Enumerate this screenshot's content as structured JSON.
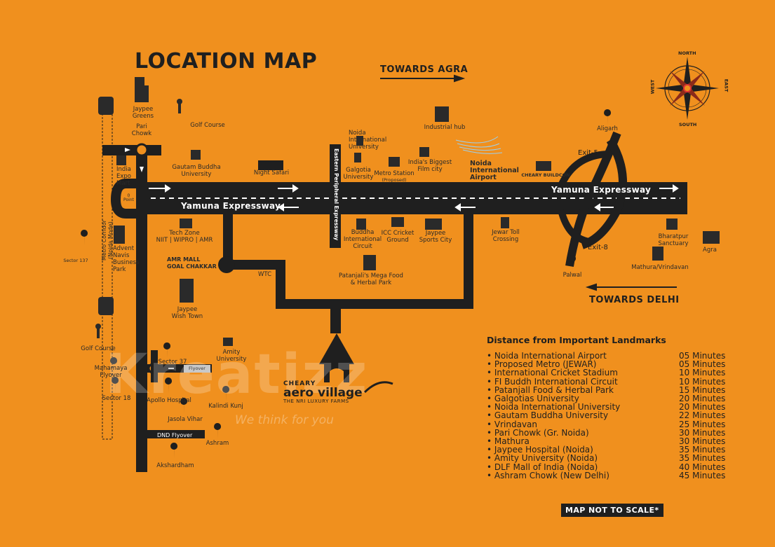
{
  "title": "LOCATION MAP",
  "directions": {
    "towards_agra": "TOWARDS AGRA",
    "towards_delhi": "TOWARDS DELHI"
  },
  "roads": {
    "yamuna_top": "Yamuna Expressway",
    "yamuna_left": "Yamuna Expressway",
    "eastern_peripheral": "Eastern Peripheral Expressway",
    "metro_corridor": "Metro Corridor\n(Noida Mode)",
    "dnd": "DND Flyover",
    "flyover": "Flyover",
    "zero_point": "0\nPoint",
    "wtc": "WTC",
    "exit5": "Exit-5",
    "exit8": "Exit-8"
  },
  "compass": {
    "north": "NORTH",
    "south": "SOUTH",
    "east": "EAST",
    "west": "WEST"
  },
  "places": {
    "jaypee_greens": "Jaypee\nGreens",
    "pari_chowk": "Pari\nChowk",
    "golf_course_top": "Golf Course",
    "india_expo_mart": "India\nExpo\nMart",
    "gautam_buddha_univ": "Gautam Buddha\nUniversity",
    "night_safari": "Night Safari",
    "noida_intl_univ": "Noida\nInternational\nUniversity",
    "galgotias_univ": "Galgotia\nUniversity",
    "metro_station": "Metro Station",
    "metro_station_sub": "(Proposed)",
    "film_city": "India's Biggest\nFilm city",
    "industrial_hub": "Industrial hub",
    "noida_intl_airport": "Noida\nInternational\nAirport",
    "cheary_buildcon": "CHEARY BUILDCON",
    "aligarh": "Aligarh",
    "tech_zone": "Tech Zone\nNIIT | WIPRO | AMR",
    "advent_navis": "Advent\nNavis\nBusiness\nPark",
    "sector_137": "Sector 137",
    "buddha_circuit": "Buddha\nInternational\nCircuit",
    "icc_ground": "ICC Cricket\nGround",
    "jaypee_sports": "Jaypee\nSports City",
    "jewar_toll": "Jewar Toll\nCrossing",
    "amr_mall": "AMR MALL\nGOAL CHAKKAR",
    "patanjali": "Patanjali's Mega Food\n& Herbal Park",
    "jaypee_wish": "Jaypee\nWish Town",
    "bharatpur": "Bharatpur\nSanctuary",
    "agra": "Agra",
    "mathura_vrindavan": "Mathura/Vrindavan",
    "palwal": "Palwal",
    "golf_course_left": "Golf Course",
    "mahamaya": "Mahamaya\nFlyover",
    "sector_37": "Sector 37",
    "sector_18": "Sector 18",
    "apollo": "Apollo Hospital",
    "amity": "Amity\nUniversity",
    "kalindi": "Kalindi Kunj",
    "jasola": "Jasola Vihar",
    "ashram": "Ashram",
    "akshardham": "Akshardham"
  },
  "brand": {
    "line1": "CHEARY",
    "line2": "aero village",
    "line3": "THE NRI LUXURY FARMS"
  },
  "watermark": {
    "main": "Kreatizz",
    "tag": "We think for you"
  },
  "distance": {
    "title": "Distance from Important Landmarks",
    "rows": [
      {
        "name": "Noida International Airport",
        "time": "05 Minutes"
      },
      {
        "name": "Proposed Metro (JEWAR)",
        "time": "05 Minutes"
      },
      {
        "name": "International Cricket Stadium",
        "time": "10 Minutes"
      },
      {
        "name": "FI Buddh International Circuit",
        "time": "10 Minutes"
      },
      {
        "name": "Patanjall Food & Herbal Park",
        "time": "15 Minutes"
      },
      {
        "name": "Galgotias University",
        "time": "20 Minutes"
      },
      {
        "name": "Noida International University",
        "time": "20 Minutes"
      },
      {
        "name": "Gautam Buddha University",
        "time": "22 Minutes"
      },
      {
        "name": "Vrindavan",
        "time": "25 Minutes"
      },
      {
        "name": "Pari Chowk (Gr. Noida)",
        "time": "30 Minutes"
      },
      {
        "name": "Mathura",
        "time": "30 Minutes"
      },
      {
        "name": "Jaypee Hospital (Noida)",
        "time": "35 Minutes"
      },
      {
        "name": "Amity University (Noida)",
        "time": "35 Minutes"
      },
      {
        "name": "DLF Mall of India (Noida)",
        "time": "40 Minutes"
      },
      {
        "name": "Ashram Chowk (New Delhi)",
        "time": "45 Minutes"
      }
    ]
  },
  "footer": "MAP NOT TO SCALE*",
  "colors": {
    "background": "#f0901e",
    "road": "#1f1f1f"
  }
}
